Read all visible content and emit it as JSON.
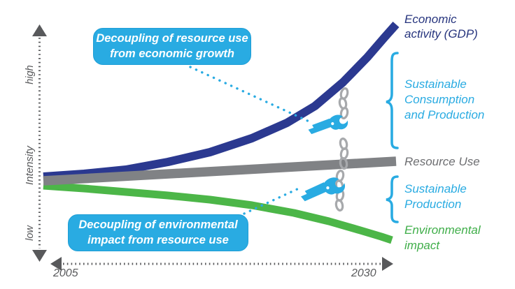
{
  "diagram": {
    "y_axis": {
      "label": "Intensity",
      "top_tick": "high",
      "bottom_tick": "low"
    },
    "x_axis": {
      "start_year": "2005",
      "end_year": "2030"
    },
    "callouts": {
      "top": "Decoupling of resource use\nfrom economic growth",
      "bottom": "Decoupling of environmental\nimpact from resource use"
    },
    "labels": {
      "economic": "Economic\nactivity (GDP)",
      "sustainable_consumption_production": "Sustainable\nConsumption\nand Production",
      "resource_use": "Resource Use",
      "sustainable_production": "Sustainable\nProduction",
      "environmental_impact": "Environmental\nimpact"
    },
    "series": [
      {
        "name": "Economic activity (GDP)",
        "color": "#2B3990",
        "trend": "rising steeply from 2005 to 2030"
      },
      {
        "name": "Resource Use",
        "color": "#808285",
        "trend": "nearly flat, slight decline in intensity relative to GDP"
      },
      {
        "name": "Environmental impact",
        "color": "#4CB648",
        "trend": "declining from 2005 to 2030"
      }
    ],
    "colors": {
      "gdp_navy": "#2B3990",
      "accent_cyan": "#29ABE2",
      "resource_gray": "#808285",
      "impact_green": "#4CB648",
      "axis_gray": "#58595B",
      "chain_gray": "#A7A9AC",
      "callout_text": "#ffffff"
    }
  }
}
